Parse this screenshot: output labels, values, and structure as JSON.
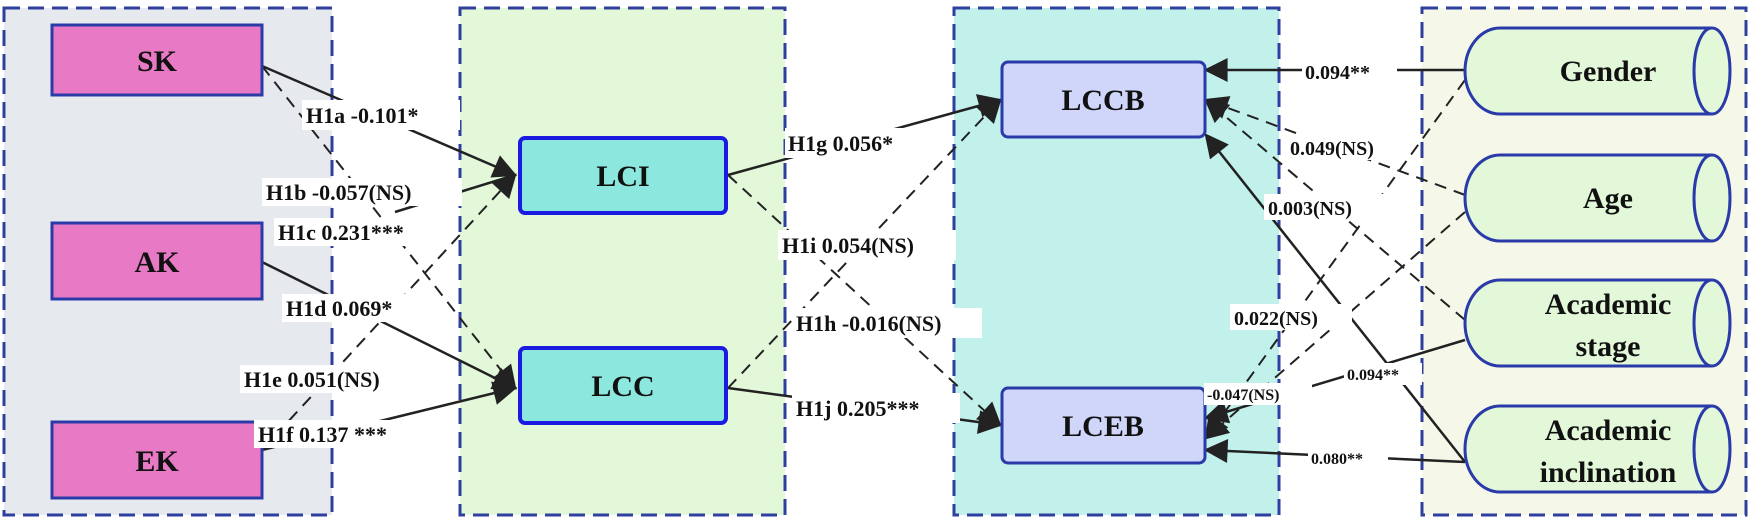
{
  "nodes": {
    "sk": "SK",
    "ak": "AK",
    "ek": "EK",
    "lci": "LCI",
    "lcc": "LCC",
    "lccb": "LCCB",
    "lceb": "LCEB",
    "gender": "Gender",
    "age": "Age",
    "academic_stage": [
      "Academic",
      "stage"
    ],
    "academic_inclination": [
      "Academic",
      "inclination"
    ]
  },
  "paths": {
    "h1a": "H1a -0.101*",
    "h1b": "H1b -0.057(NS)",
    "h1c": "H1c 0.231***",
    "h1d": "H1d 0.069*",
    "h1e": "H1e 0.051(NS)",
    "h1f": "H1f 0.137 ***",
    "h1g": "H1g 0.056*",
    "h1i": "H1i 0.054(NS)",
    "h1h": "H1h -0.016(NS)",
    "h1j": "H1j 0.205***"
  },
  "controls": {
    "gender_lccb": "0.094**",
    "age_lccb": "0.049(NS)",
    "stage_lccb": "0.003(NS)",
    "gender_lceb": "0.022(NS)",
    "age_lceb": "-0.047(NS)",
    "stage_lceb": "0.094**",
    "inclination_lceb": "0.080**"
  },
  "colors": {
    "group_border": "#2f3f9e",
    "knowledge_bg": "#e6eaef",
    "intention_bg": "#e2f8d9",
    "behavior_bg": "#c2f1ec",
    "control_bg": "#f5f8e9",
    "knowledge_node": "#e879c4",
    "mediator_node": "#8ce8de",
    "mediator_border": "#1a1ae0",
    "behavior_node": "#cfd6fa",
    "control_node": "#e2f8d9"
  }
}
